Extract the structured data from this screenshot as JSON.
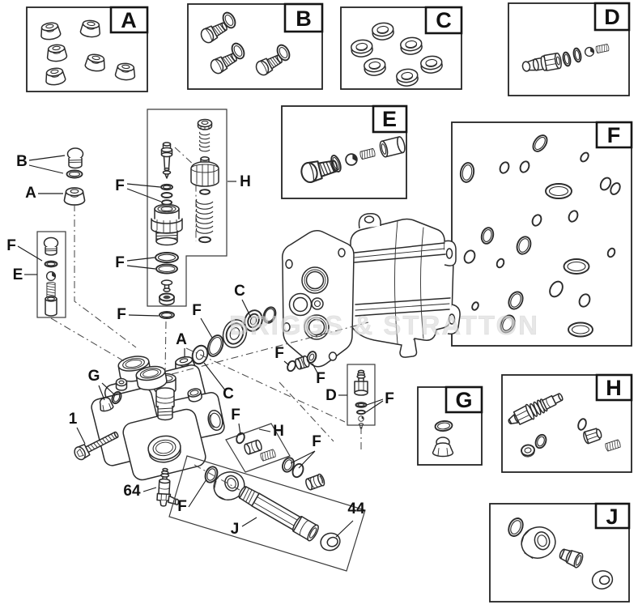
{
  "watermark": "BRIGGS & STRATTON",
  "boxes": {
    "a": "A",
    "b": "B",
    "c": "C",
    "d": "D",
    "e": "E",
    "f": "F",
    "g": "G",
    "h": "H",
    "j": "J"
  },
  "callouts": {
    "left_plug_b": "B",
    "left_cap_a": "A",
    "left_oring_f": "F",
    "left_valve_e": "E",
    "stack_orings_f1": "F",
    "stack_orings_f2": "F",
    "stack_oring_f3": "F",
    "unloader_h": "H",
    "seal_c_upper": "C",
    "seal_oring_f": "F",
    "cap_a": "A",
    "seal_c_lower": "C",
    "plug_f_left": "F",
    "plug_f_right": "F",
    "chemical_valve_d": "D",
    "valve_orings_f": "F",
    "plug_g": "G",
    "bolt_1": "1",
    "relief_valve_64": "64",
    "piston_oring_f": "F",
    "piston_kit_h": "H",
    "orings_pair_f": "F",
    "tube_oring_f": "F",
    "tube_j": "J",
    "cap_44": "44"
  }
}
